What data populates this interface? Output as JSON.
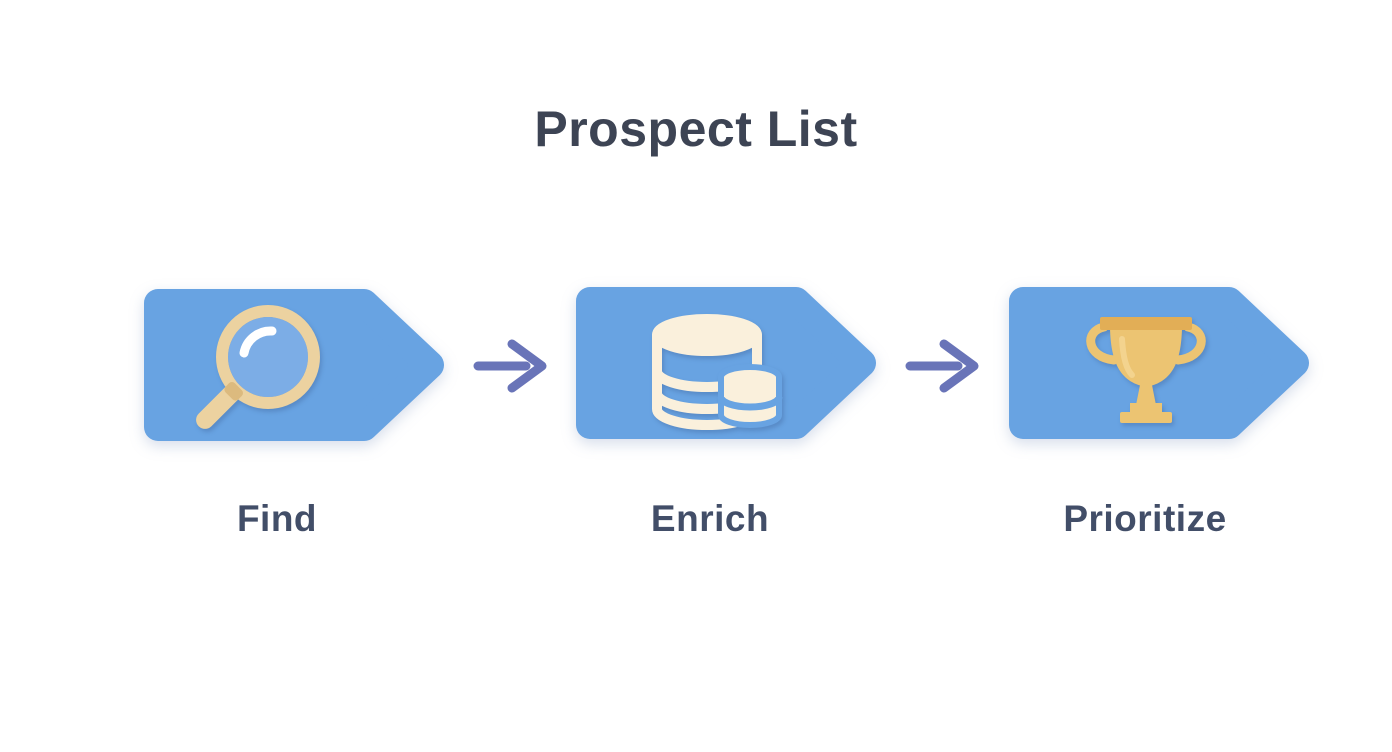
{
  "title": "Prospect List",
  "flow": {
    "steps": [
      {
        "label": "Find",
        "icon": "magnifier-icon"
      },
      {
        "label": "Enrich",
        "icon": "database-icon"
      },
      {
        "label": "Prioritize",
        "icon": "trophy-icon"
      }
    ],
    "connector": "arrow-right-icon"
  },
  "colors": {
    "chevron_fill": "#68a3e2",
    "arrow_stroke": "#6974b8",
    "title_text": "#3d4454",
    "label_text": "#424e68",
    "magnifier_tan": "#ecd2a0",
    "magnifier_tan_dark": "#dcba7e",
    "lens_blue": "#7cade6",
    "highlight_white": "#ffffff",
    "database_cream": "#faf0dc",
    "trophy_gold": "#ecc472",
    "trophy_rim": "#e2ae56",
    "background": "#ffffff"
  }
}
